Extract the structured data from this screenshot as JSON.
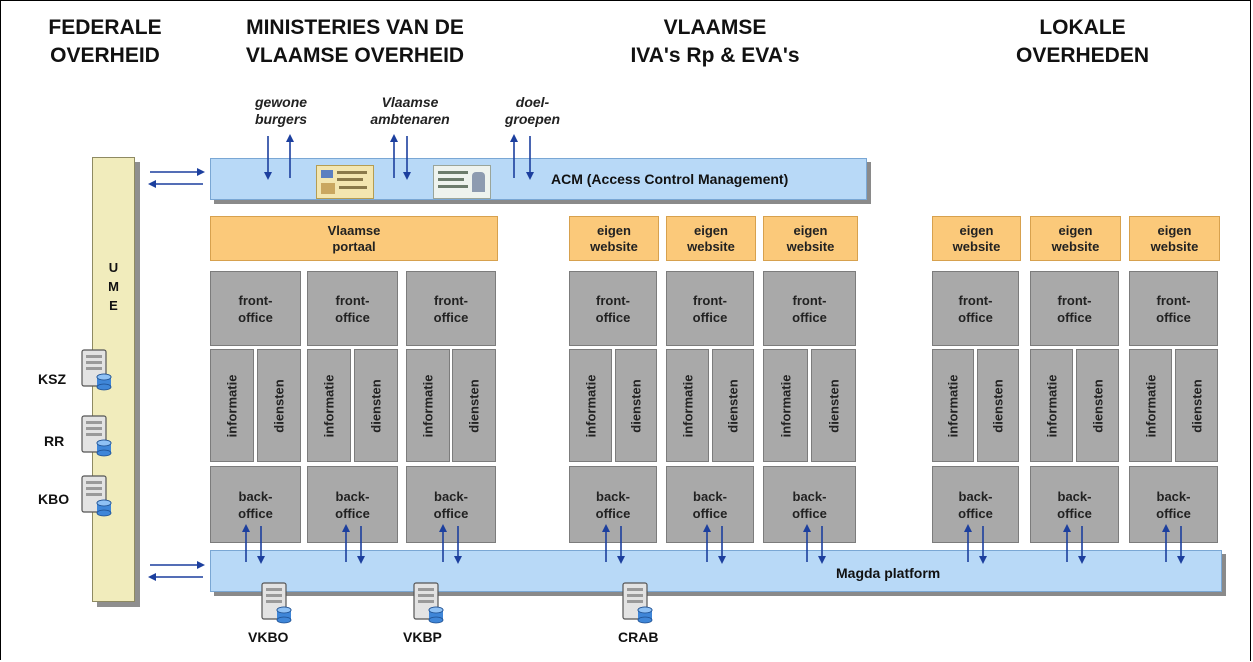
{
  "headers": {
    "federale": "FEDERALE\nOVERHEID",
    "ministeries": "MINISTERIES VAN DE\nVLAAMSE OVERHEID",
    "vlaamse": "VLAAMSE\nIVA's  Rp & EVA's",
    "lokale": "LOKALE\nOVERHEDEN"
  },
  "user_groups": {
    "gewone_burgers": "gewone\nburgers",
    "vlaamse_ambtenaren": "Vlaamse\nambtenaren",
    "doelgroepen": "doel-\ngroepen"
  },
  "acm": {
    "label": "ACM (Access Control Management)"
  },
  "magda": {
    "label": "Magda platform"
  },
  "ume": {
    "label": "U\nM\nE"
  },
  "federal_servers": {
    "ksz": "KSZ",
    "rr": "RR",
    "kbo": "KBO"
  },
  "bottom_servers": {
    "vkbo": "VKBO",
    "vkbp": "VKBP",
    "crab": "CRAB"
  },
  "portal": {
    "label": "Vlaamse\nportaal"
  },
  "website_label": "eigen\nwebsite",
  "front_office": "front-\noffice",
  "back_office": "back-\noffice",
  "informatie": "informatie",
  "diensten": "diensten",
  "colors": {
    "orange": "#fbc97a",
    "gray": "#a9a9a9",
    "blue_bar": "#b8d9f7",
    "ume": "#f1ecbc",
    "arrow": "#1c3f9e"
  }
}
